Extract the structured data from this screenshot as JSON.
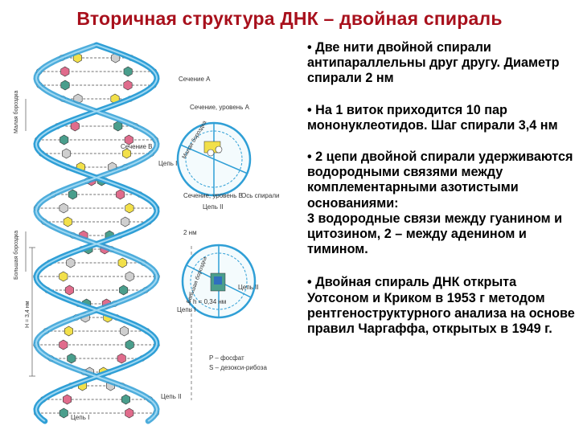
{
  "title": "Вторичная структура ДНК – двойная спираль",
  "bullets": [
    "• Две нити двойной спирали антипараллельны друг другу. Диаметр спирали 2 нм",
    "• На 1 виток приходится 10 пар мононуклеотидов. Шаг спирали 3,4 нм",
    "• 2 цепи двойной спирали удерживаются водородными связями между комплементарными азотистыми основаниями:\n3 водородные связи между гуанином и цитозином, 2 – между аденином и тимином.",
    "• Двойная спираль ДНК открыта Уотсоном и Криком в 1953 г методом рентгеноструктурного анализа на основе правил Чаргаффа, открытых в 1949 г."
  ],
  "figure": {
    "labels": {
      "section_a": "Сечение А",
      "section_level_a": "Сечение, уровень А",
      "section_b": "Сечение В",
      "section_level_b": "Сечение, уровень В",
      "chain_1": "Цепь I",
      "chain_2": "Цепь II",
      "minor_groove": "Малая бороздка",
      "major_groove": "Большая бороздка",
      "pitch": "H = 3,4 нм",
      "rise": "h = 0,34 нм",
      "diameter": "2 нм",
      "axis": "Ось спирали",
      "legend_p": "P – фосфат",
      "legend_s": "S – дезокси-рибоза"
    },
    "colors": {
      "strand_1": "#2f9fd6",
      "strand_2": "#2f9fd6",
      "base_a": "#f2e04a",
      "base_t": "#e06c8c",
      "base_g": "#4a9e8c",
      "base_c": "#cfcfcf",
      "title": "#a8101c"
    }
  }
}
